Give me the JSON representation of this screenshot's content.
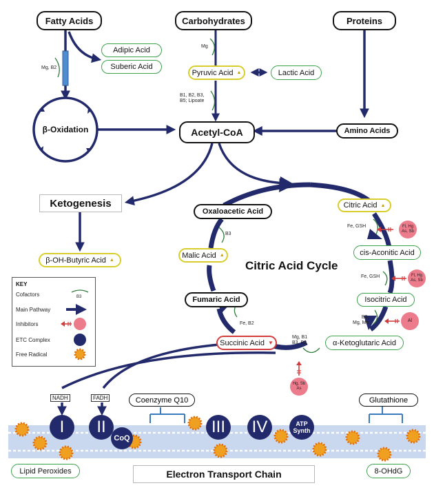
{
  "main_nodes": {
    "fatty_acids": "Fatty Acids",
    "carbohydrates": "Carbohydrates",
    "proteins": "Proteins",
    "acetyl_coa": "Acetyl-CoA",
    "amino_acids": "Amino Acids",
    "beta_oxidation": "β-Oxidation",
    "oxaloacetic": "Oxaloacetic Acid",
    "fumaric": "Fumaric Acid"
  },
  "markers": {
    "adipic": "Adipic Acid",
    "suberic": "Suberic Acid",
    "pyruvic": "Pyruvic Acid",
    "lactic": "Lactic Acid",
    "citric": "Citric Acid",
    "cis_aconitic": "cis-Aconitic Acid",
    "isocitric": "Isocitric Acid",
    "akg": "α-Ketoglutaric Acid",
    "succinic": "Succinic Acid",
    "malic": "Malic Acid",
    "beta_oh_butyric": "β-OH-Butyric Acid",
    "lipid_peroxides": "Lipid Peroxides",
    "ohdg": "8-OHdG"
  },
  "ketogenesis": "Ketogenesis",
  "cycle_title": "Citric Acid Cycle",
  "etc_title": "Electron Transport Chain",
  "cofactors": {
    "mg_b2": "Mg, B2",
    "mg": "Mg",
    "pyruvate_line1": "B1, B2, B3,",
    "pyruvate_line2": "B5; Lipoate",
    "b3_malic": "B3",
    "fe_gsh_citric": "Fe, GSH",
    "fe_gsh_aconitic": "Fe, GSH",
    "b3_mg_mn_line1": "B3,",
    "b3_mg_mn_line2": "Mg, Mn",
    "fe_b2": "Fe, B2",
    "mg_b1_line1": "Mg, B1",
    "mg_b1_line2": "B3, B2"
  },
  "inhibitors": {
    "citric_line1": "Fl, Hg",
    "citric_line2": "As, Sb",
    "aconitic_line1": "Fl, Hg",
    "aconitic_line2": "As, Sb",
    "isocitric": "Al",
    "akg_line1": "Hg, Sb",
    "akg_line2": "As"
  },
  "etc": {
    "nadh": "NADH",
    "fadh": "FADH",
    "c1": "I",
    "c2": "II",
    "coq": "CoQ",
    "c3": "III",
    "c4": "IV",
    "atp_line1": "ATP",
    "atp_line2": "Synth",
    "coenzyme_q10": "Coenzyme Q10",
    "glutathione": "Glutathione"
  },
  "key": {
    "title": "KEY",
    "cofactors": "Cofactors",
    "cofactor_sample": "B3",
    "main_pathway": "Main Pathway",
    "inhibitors": "Inhibitors",
    "etc_complex": "ETC Complex",
    "free_radical": "Free Radical"
  },
  "colors": {
    "pathway": "#232a6b",
    "marker_green": "#3aa24a",
    "marker_yellow": "#d8cd2a",
    "marker_red": "#d33c3c",
    "inhibitor": "#ec7b8b",
    "free_radical": "#f0a020",
    "membrane": "#c9d8ee",
    "cofactor_arc": "#2f7d3a"
  }
}
